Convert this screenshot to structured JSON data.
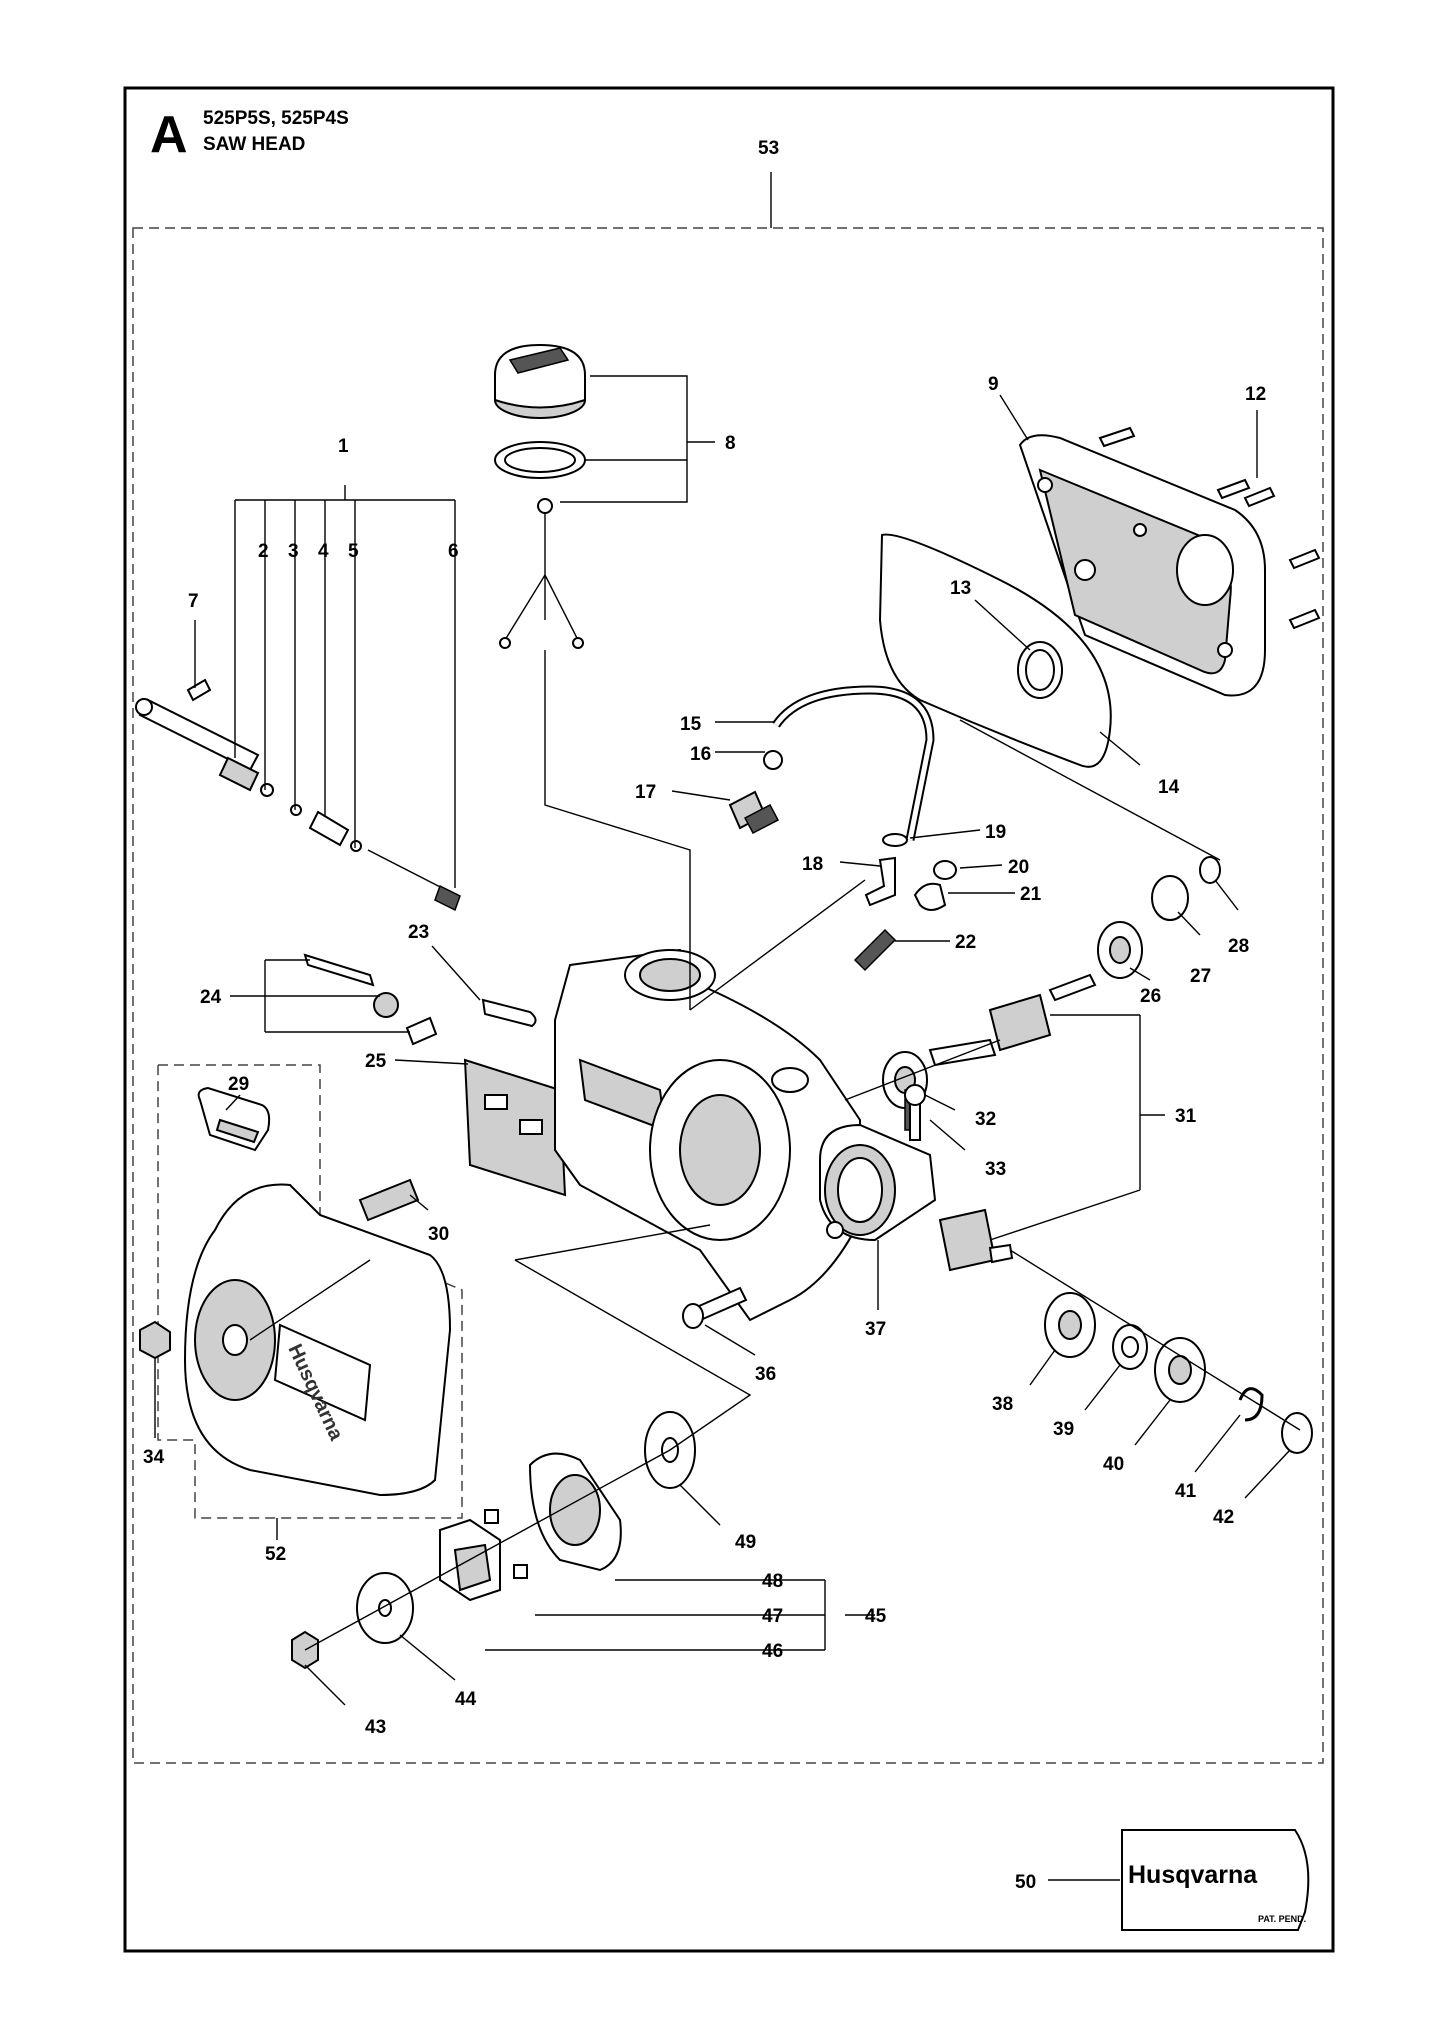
{
  "header": {
    "section_letter": "A",
    "models": "525P5S, 525P4S",
    "title": "SAW HEAD"
  },
  "decal": {
    "brand": "Husqvarna",
    "note": "PAT. PEND."
  },
  "cover_brand": "Husqvarna",
  "callouts": {
    "c1": "1",
    "c2": "2",
    "c3": "3",
    "c4": "4",
    "c5": "5",
    "c6": "6",
    "c7": "7",
    "c8": "8",
    "c9": "9",
    "c12": "12",
    "c13": "13",
    "c14": "14",
    "c15": "15",
    "c16": "16",
    "c17": "17",
    "c18": "18",
    "c19": "19",
    "c20": "20",
    "c21": "21",
    "c22": "22",
    "c23": "23",
    "c24": "24",
    "c25": "25",
    "c26": "26",
    "c27": "27",
    "c28": "28",
    "c29": "29",
    "c30": "30",
    "c31": "31",
    "c32": "32",
    "c33": "33",
    "c34": "34",
    "c36": "36",
    "c37": "37",
    "c38": "38",
    "c39": "39",
    "c40": "40",
    "c41": "41",
    "c42": "42",
    "c43": "43",
    "c44": "44",
    "c45": "45",
    "c46": "46",
    "c47": "47",
    "c48": "48",
    "c49": "49",
    "c50": "50",
    "c52": "52",
    "c53": "53"
  },
  "colors": {
    "line": "#000000",
    "background": "#ffffff",
    "shade": "#cfcfcf"
  }
}
